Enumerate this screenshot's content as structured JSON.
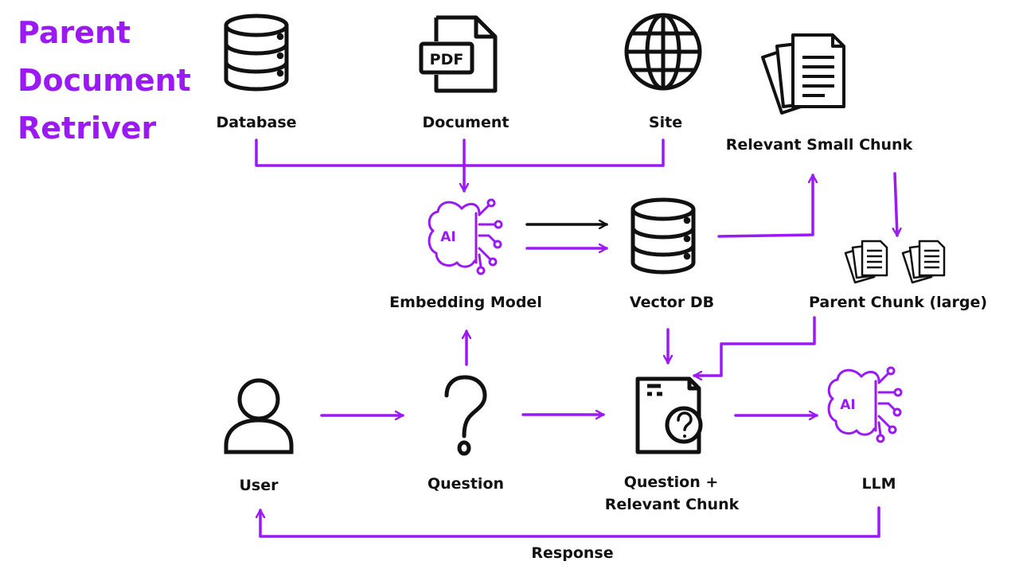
{
  "title": {
    "line1": "Parent",
    "line2": "Document",
    "line3": "Retriver"
  },
  "labels": {
    "database": "Database",
    "document": "Document",
    "site": "Site",
    "relevant_small_chunk": "Relevant Small Chunk",
    "embedding_model": "Embedding Model",
    "vector_db": "Vector DB",
    "parent_chunk": "Parent Chunk (large)",
    "user": "User",
    "question": "Question",
    "question_relevant_line1": "Question +",
    "question_relevant_line2": "Relevant Chunk",
    "llm": "LLM",
    "response": "Response"
  },
  "icon_text": {
    "pdf": "PDF",
    "ai": "AI"
  },
  "colors": {
    "accent": "#9b19f5",
    "ink": "#111111",
    "background": "#ffffff"
  }
}
